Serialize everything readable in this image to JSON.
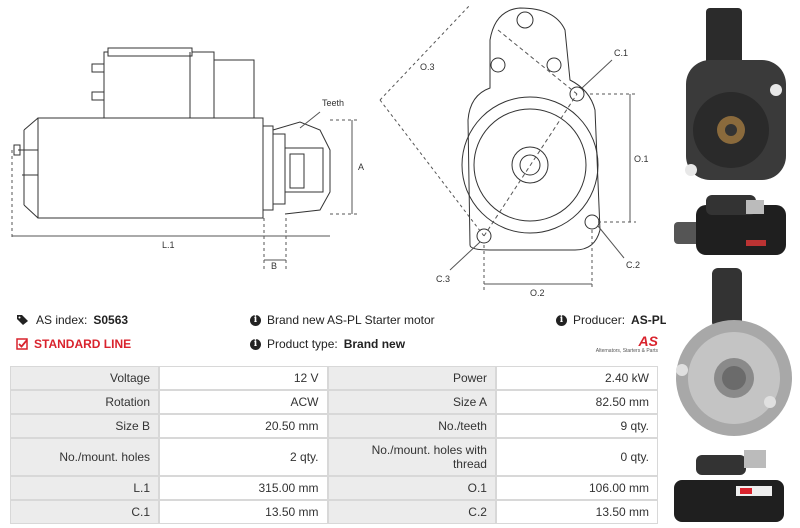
{
  "drawing_labels": {
    "teeth": "Teeth",
    "A": "A",
    "B": "B",
    "L1": "L.1",
    "O1": "O.1",
    "O2": "O.2",
    "O3": "O.3",
    "C1": "C.1",
    "C2": "C.2",
    "C3": "C.3"
  },
  "info": {
    "as_index_label": "AS index:",
    "as_index_value": "S0563",
    "standard_line": "STANDARD LINE",
    "description": "Brand new AS-PL Starter motor",
    "product_type_label": "Product type:",
    "product_type_value": "Brand new",
    "producer_label": "Producer:",
    "producer_value": "AS-PL",
    "logo_text": "AS",
    "logo_tagline": "Alternators, Starters & Parts"
  },
  "specs": [
    {
      "l1": "Voltage",
      "v1": "12 V",
      "l2": "Power",
      "v2": "2.40 kW"
    },
    {
      "l1": "Rotation",
      "v1": "ACW",
      "l2": "Size A",
      "v2": "82.50 mm"
    },
    {
      "l1": "Size B",
      "v1": "20.50 mm",
      "l2": "No./teeth",
      "v2": "9 qty."
    },
    {
      "l1": "No./mount. holes",
      "v1": "2 qty.",
      "l2": "No./mount. holes with thread",
      "v2": "0 qty."
    },
    {
      "l1": "L.1",
      "v1": "315.00 mm",
      "l2": "O.1",
      "v2": "106.00 mm"
    },
    {
      "l1": "C.1",
      "v1": "13.50 mm",
      "l2": "C.2",
      "v2": "13.50 mm"
    }
  ],
  "colors": {
    "accent_red": "#d9232d",
    "label_bg": "#ececec",
    "border": "#d8d8d8"
  },
  "icons": [
    "tags-icon",
    "check-square-icon",
    "info-icon"
  ]
}
